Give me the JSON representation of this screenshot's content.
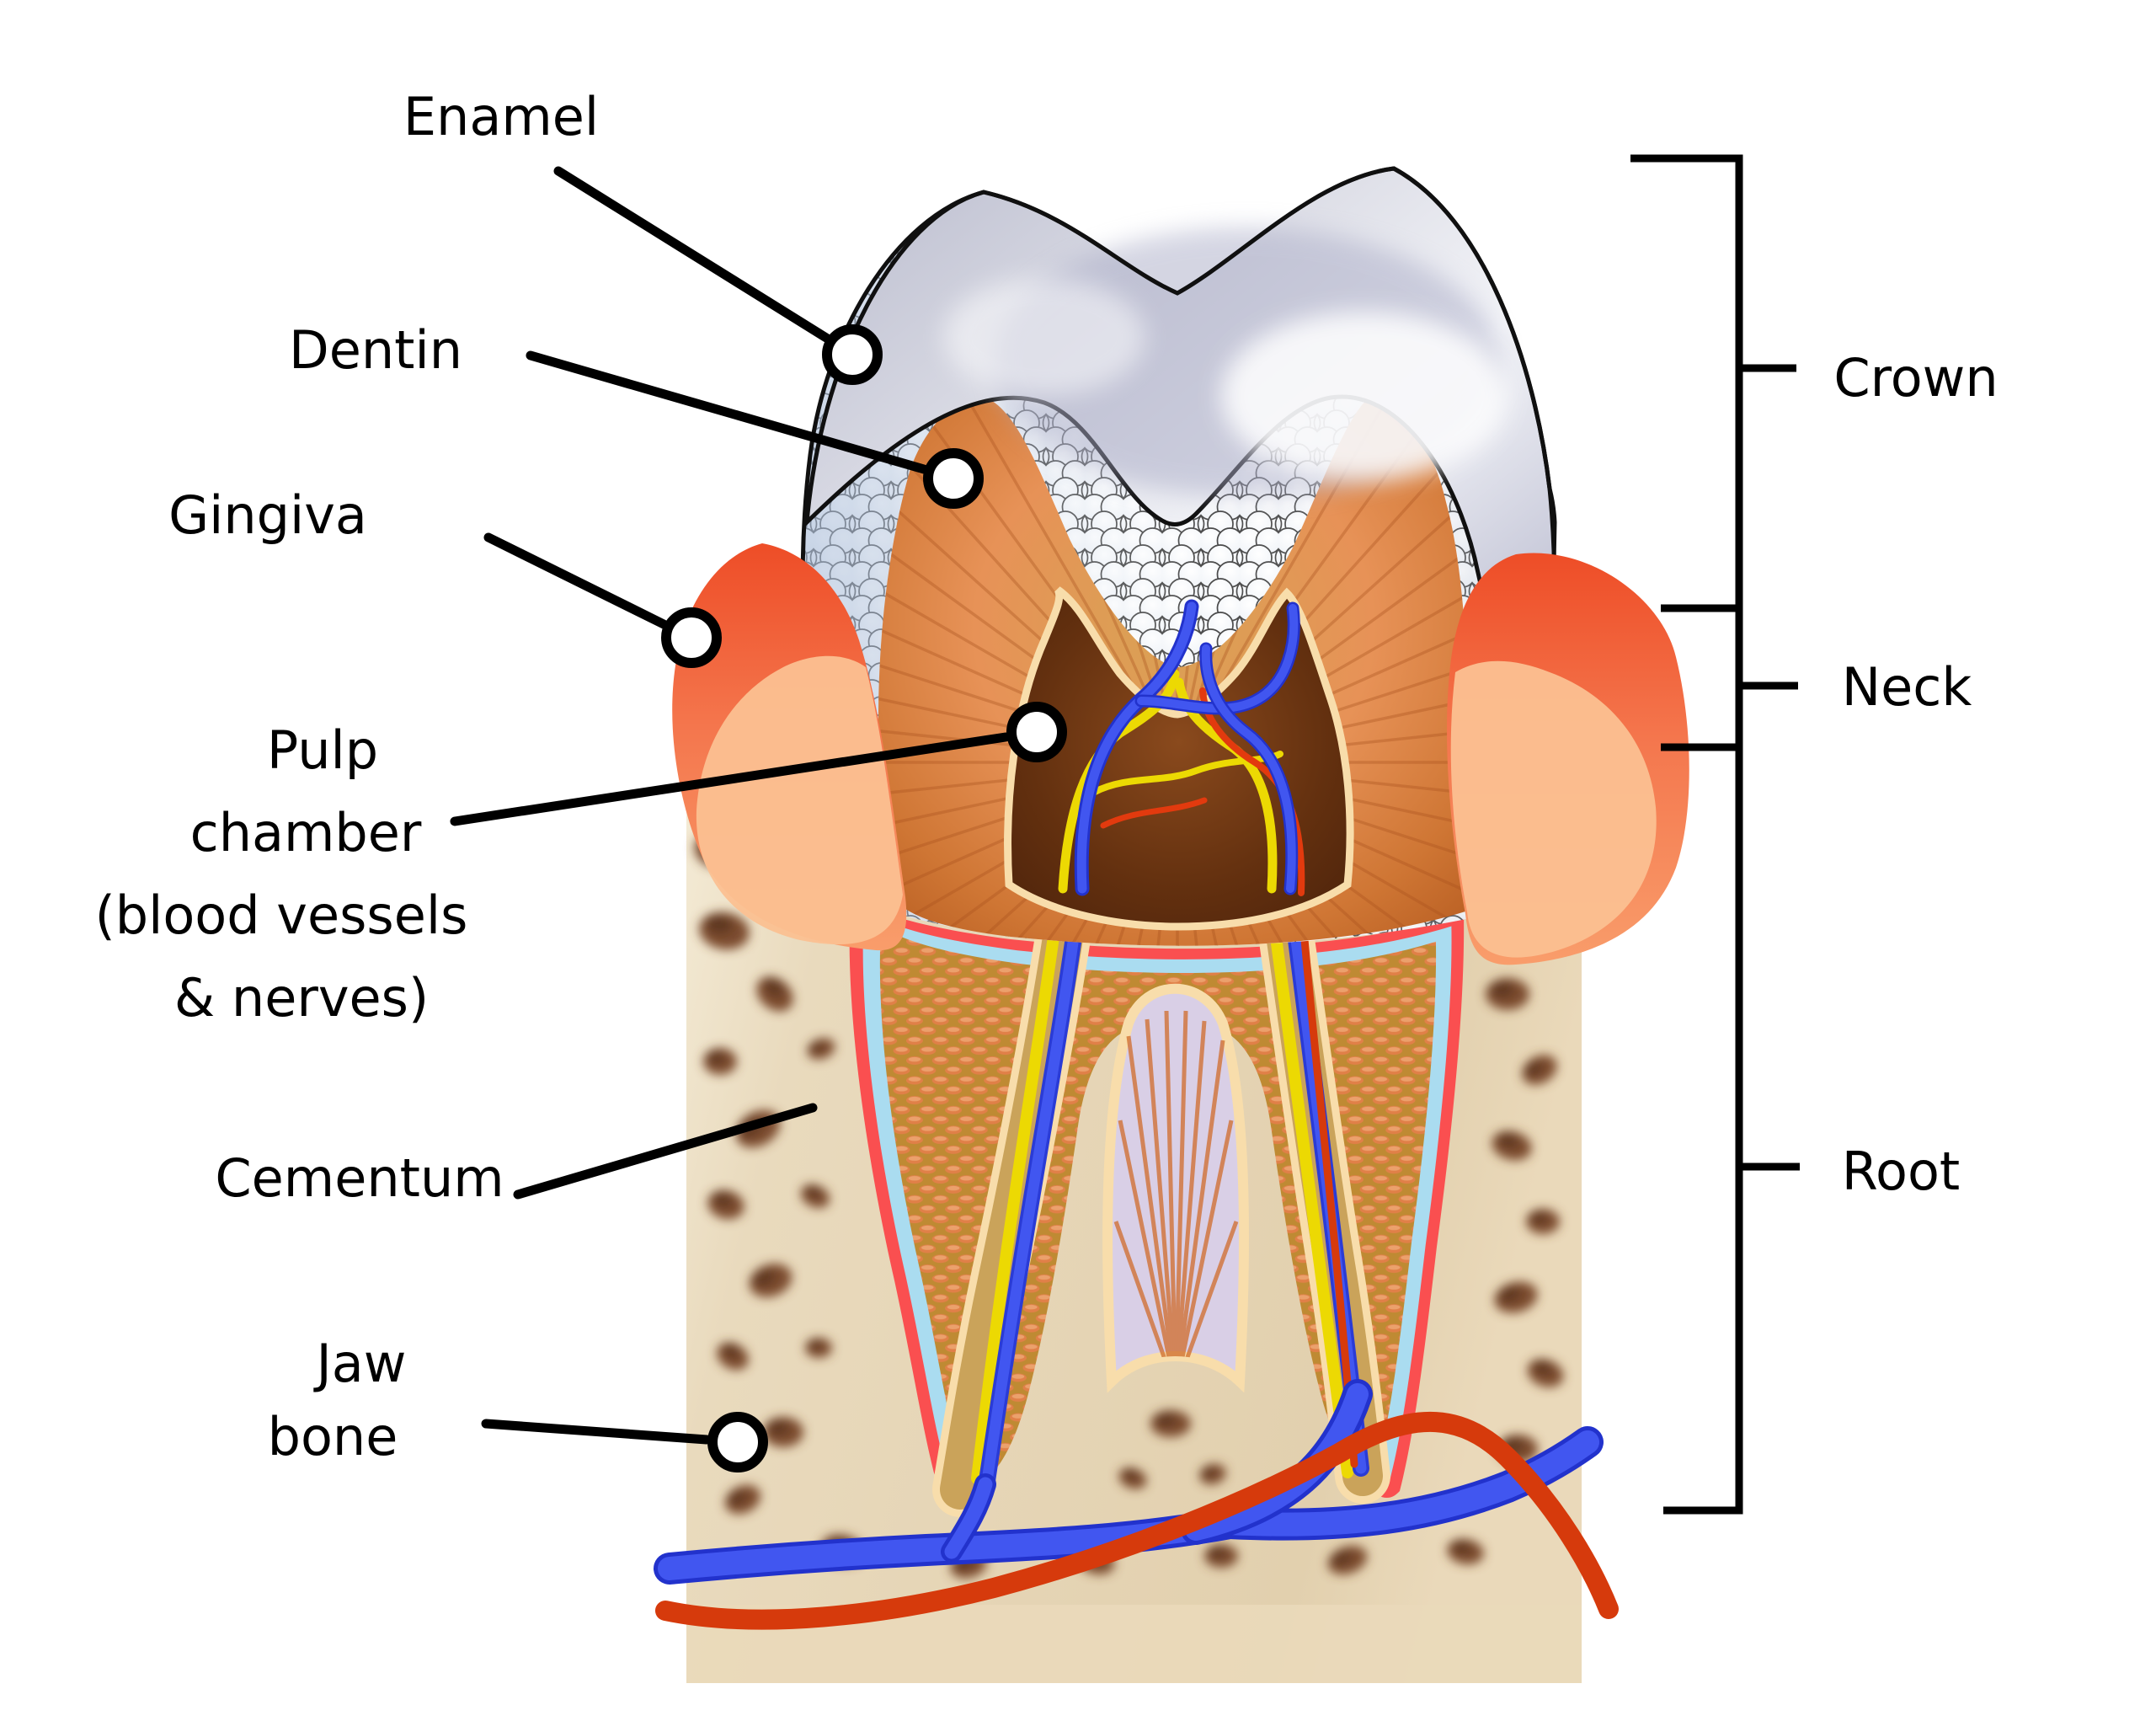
{
  "diagram": {
    "type": "anatomical-diagram",
    "subject": "human tooth cross section",
    "labels": {
      "enamel": "Enamel",
      "dentin": "Dentin",
      "gingiva": "Gingiva",
      "pulp_line1": "Pulp",
      "pulp_line2": "chamber",
      "pulp_line3": "(blood vessels",
      "pulp_line4": "& nerves)",
      "cementum": "Cementum",
      "jaw_line1": "Jaw",
      "jaw_line2": "bone",
      "crown": "Crown",
      "neck": "Neck",
      "root": "Root"
    },
    "colors": {
      "line_black": "#000000",
      "enamel_silver": "#c7c9d6",
      "enamel_scales_bg": "#f6f8fb",
      "enamel_scale_stroke": "#4a4a4a",
      "dentin_orange": "#e08a4f",
      "dentin_deep": "#b65d20",
      "pulp_brown": "#5c2d0e",
      "peach_border": "#f8ddab",
      "lavender": "#d9cfe6",
      "root_gold": "#bf8a33",
      "cementum_red": "#fa4f50",
      "ligament_blue": "#aadcf0",
      "gum_dark": "#ef4f28",
      "gum_light": "#fbc091",
      "bone_beige": "#e8d9bd",
      "bone_spot": "#7c4b2e",
      "vein_blue": "#4156f0",
      "artery_red": "#d63a0c",
      "nerve_yellow": "#ecd903",
      "marker_fill": "#ffffff"
    }
  }
}
